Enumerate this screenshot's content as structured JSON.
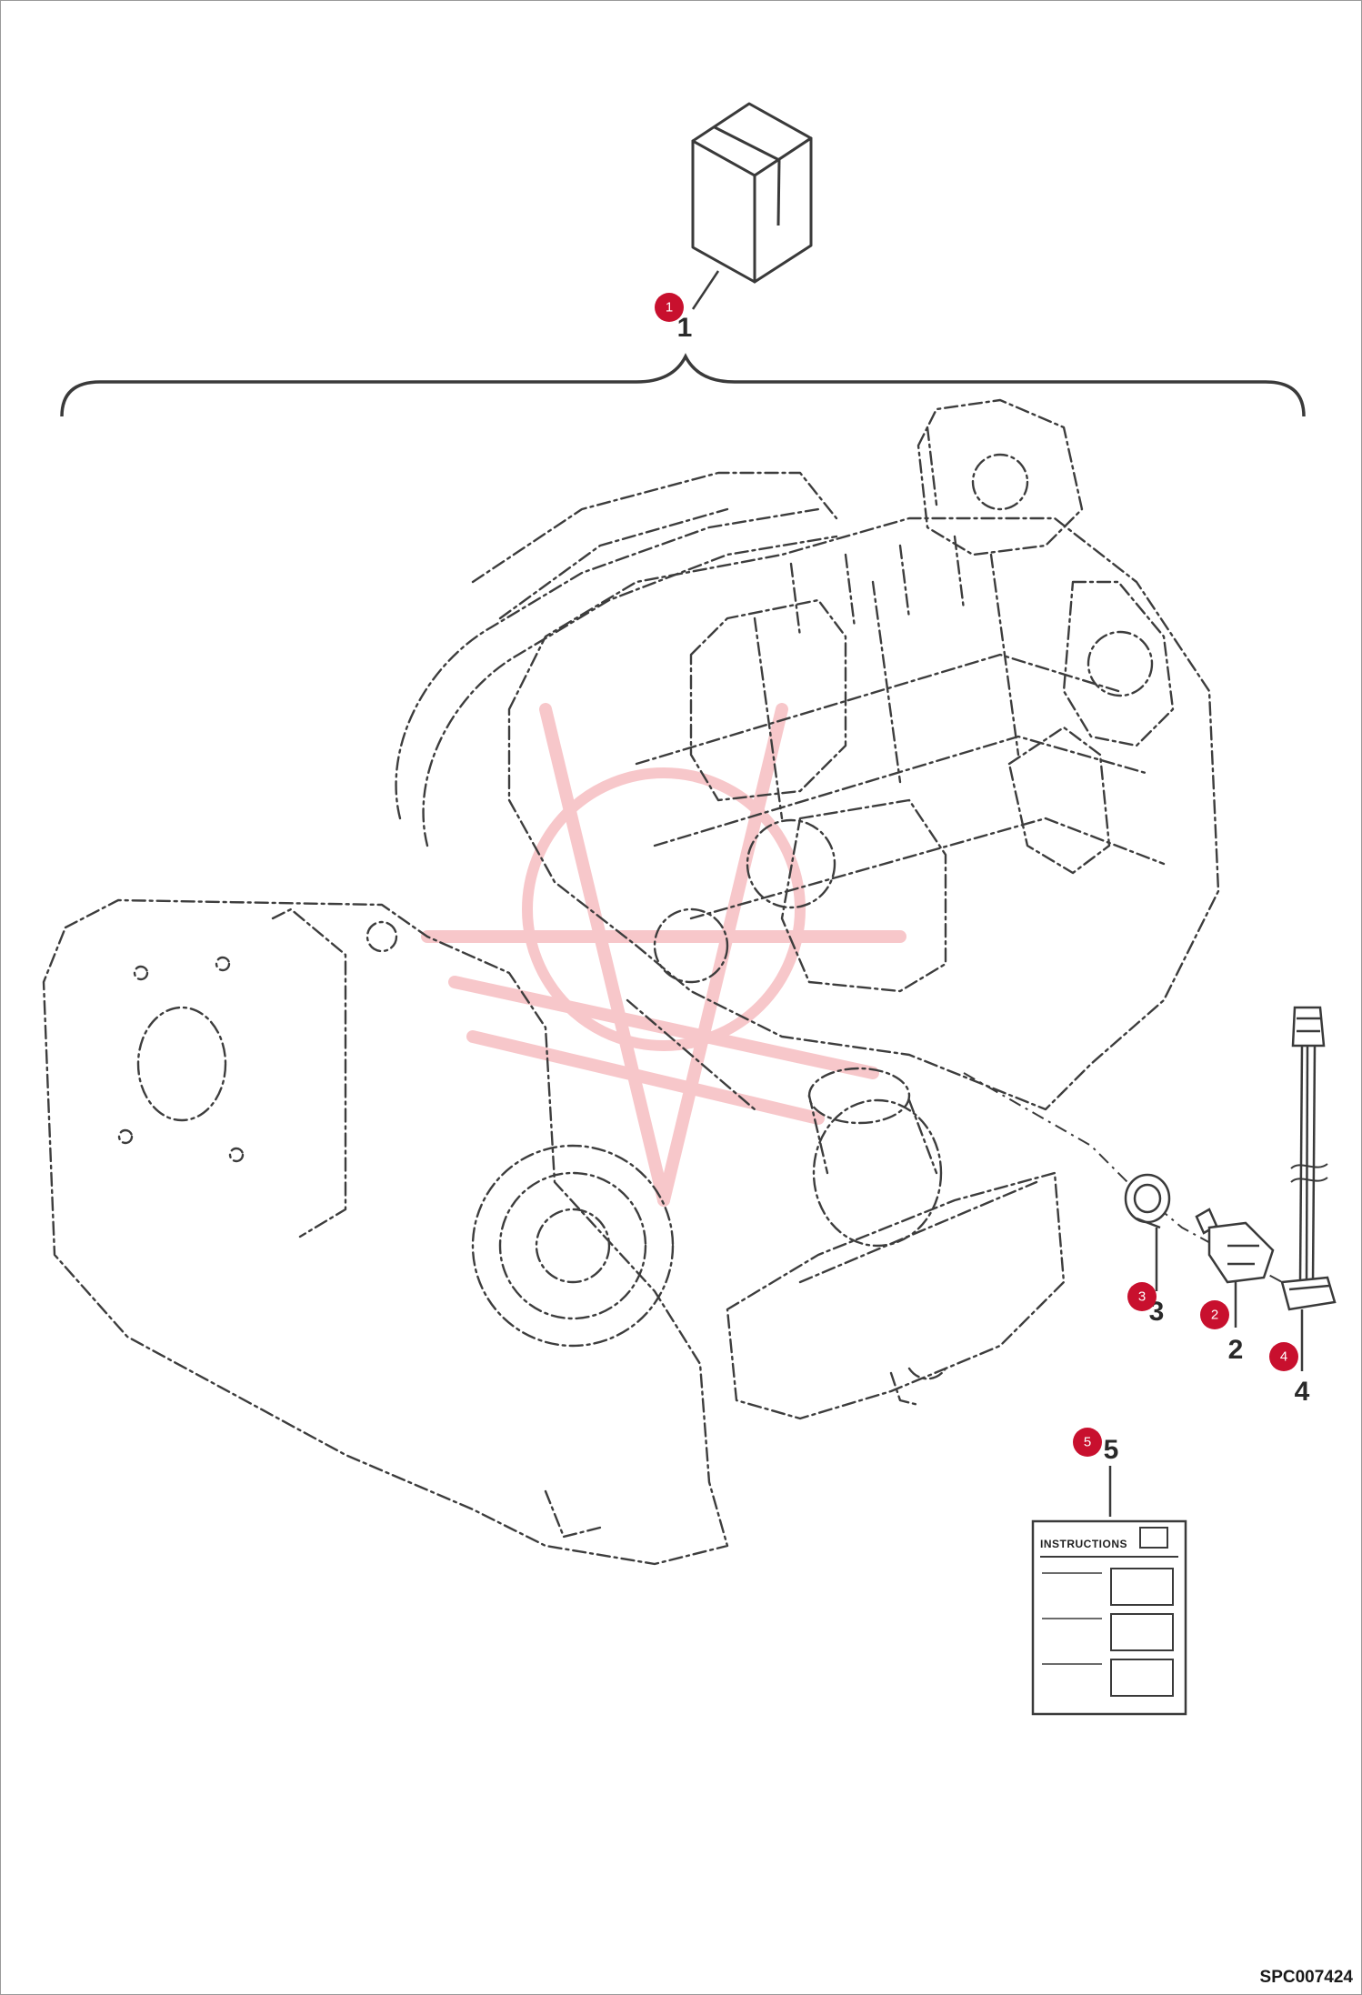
{
  "drawing_code": "SPC007424",
  "instruction_sheet_title": "INSTRUCTIONS",
  "callouts": [
    {
      "id": "1",
      "label": "1"
    },
    {
      "id": "2",
      "label": "2"
    },
    {
      "id": "3",
      "label": "3"
    },
    {
      "id": "4",
      "label": "4"
    },
    {
      "id": "5",
      "label": "5"
    }
  ],
  "part_numbers": [
    "1",
    "2",
    "3",
    "4",
    "5"
  ],
  "colors": {
    "callout": "#c8102e",
    "line": "#3a3a3a",
    "watermark": "#e53945"
  },
  "icons": [
    "kit-box-icon",
    "engine-assembly-illustration",
    "sensor-icon",
    "plug-icon",
    "wire-harness-icon",
    "instruction-sheet-icon",
    "watermark-logo"
  ]
}
